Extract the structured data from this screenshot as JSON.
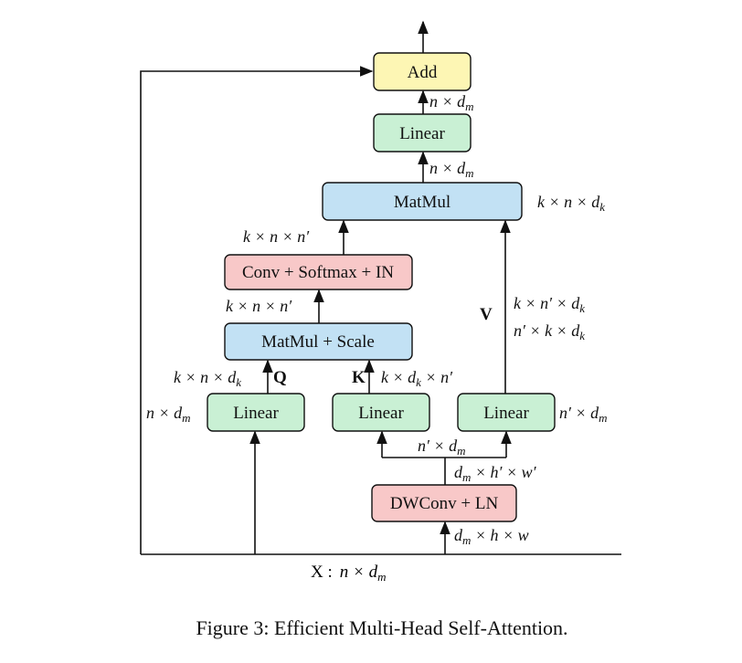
{
  "nodes": {
    "add": "Add",
    "linear_out": "Linear",
    "matmul": "MatMul",
    "conv_softmax_in": "Conv + Softmax + IN",
    "matmul_scale": "MatMul + Scale",
    "linear_q": "Linear",
    "linear_k": "Linear",
    "linear_v": "Linear",
    "dwconv_ln": "DWConv + LN"
  },
  "labels": {
    "add_in": "n × d",
    "add_in_sub": "m",
    "linear_out_in": "n × d",
    "linear_out_in_sub": "m",
    "matmul_right": "k × n × d",
    "matmul_right_sub": "k",
    "softmax_out": "k × n × n′",
    "matmul_scale_out": "k × n × n′",
    "q_dims": "k × n × d",
    "q_dims_sub": "k",
    "q_letter": "Q",
    "k_letter": "K",
    "k_dims": "k × d",
    "k_dims_sub": "k",
    "k_dims_tail": " × n′",
    "v_letter": "V",
    "v_dims1": "k × n′ × d",
    "v_dims1_sub": "k",
    "v_dims2": "n′ × k × d",
    "v_dims2_sub": "k",
    "lin_q_left": "n × d",
    "lin_q_left_sub": "m",
    "lin_v_right": "n′ × d",
    "lin_v_right_sub": "m",
    "kv_in": "n′ × d",
    "kv_in_sub": "m",
    "dw_out": "d",
    "dw_out_sub": "m",
    "dw_out_tail": " × h′ × w′",
    "dw_in": "d",
    "dw_in_sub": "m",
    "dw_in_tail": " × h × w",
    "x_prefix": "X :",
    "x_dims": "n × d",
    "x_dims_sub": "m"
  },
  "caption": "Figure 3: Efficient Multi-Head Self-Attention.",
  "colors": {
    "yellow": "#fdf6b4",
    "green": "#c9f0d4",
    "blue": "#c2e1f4",
    "red": "#f8c8c8"
  }
}
